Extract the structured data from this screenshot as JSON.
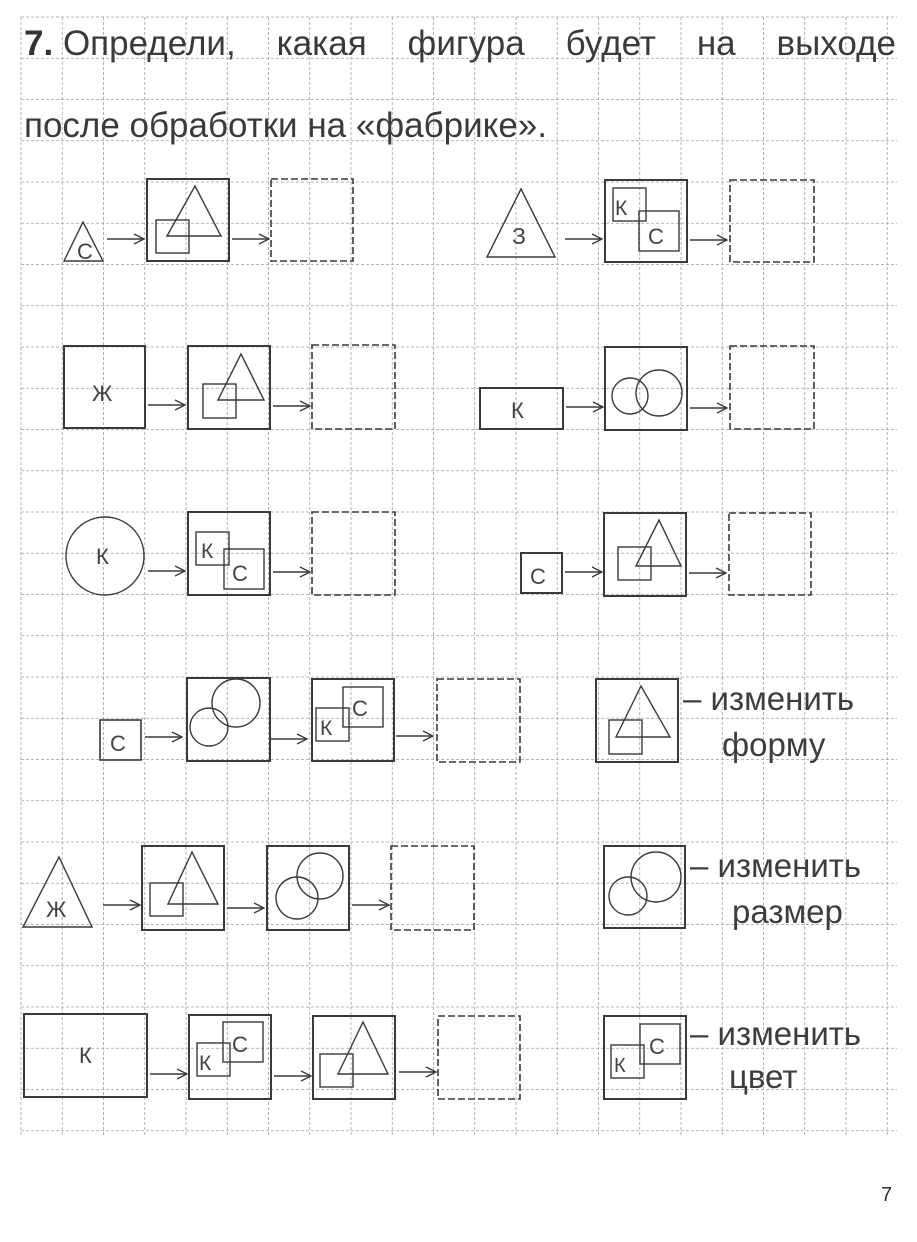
{
  "task": {
    "number": "7.",
    "title_line1_words": [
      "Определи,",
      "какая",
      "фигура",
      "будет",
      "на",
      "выходе"
    ],
    "title_line2": "после обработки на «фабрике»."
  },
  "page_number": "7",
  "colors": {
    "ink": "#3a3a3a",
    "grid": "#9a9a9a",
    "paper": "#ffffff"
  },
  "legend": [
    {
      "id": "shape",
      "line1": "– изменить",
      "line2": "форму",
      "icon": "triangle-over-square"
    },
    {
      "id": "size",
      "line1": "– изменить",
      "line2": "размер",
      "icon": "two-circles"
    },
    {
      "id": "color",
      "line1": "– изменить",
      "line2": "цвет",
      "icon": "k-square-c-square"
    }
  ],
  "puzzles": [
    {
      "id": "p1",
      "input": {
        "shape": "triangle",
        "size": "small",
        "letter": "С"
      },
      "operations": [
        "shape"
      ],
      "answer": "empty"
    },
    {
      "id": "p2",
      "input": {
        "shape": "triangle",
        "size": "large",
        "letter": "З"
      },
      "operations": [
        "color"
      ],
      "answer": "empty"
    },
    {
      "id": "p3",
      "input": {
        "shape": "square",
        "size": "large",
        "letter": "Ж"
      },
      "operations": [
        "shape"
      ],
      "answer": "empty"
    },
    {
      "id": "p4",
      "input": {
        "shape": "rectangle",
        "size": "large",
        "letter": "К"
      },
      "operations": [
        "size"
      ],
      "answer": "empty"
    },
    {
      "id": "p5",
      "input": {
        "shape": "circle",
        "size": "large",
        "letter": "К"
      },
      "operations": [
        "color"
      ],
      "answer": "empty"
    },
    {
      "id": "p6",
      "input": {
        "shape": "square",
        "size": "small",
        "letter": "С"
      },
      "operations": [
        "shape"
      ],
      "answer": "empty"
    },
    {
      "id": "p7",
      "input": {
        "shape": "square",
        "size": "small",
        "letter": "С"
      },
      "operations": [
        "size",
        "color"
      ],
      "answer": "empty"
    },
    {
      "id": "p8",
      "input": {
        "shape": "triangle",
        "size": "large",
        "letter": "Ж"
      },
      "operations": [
        "shape",
        "size"
      ],
      "answer": "empty"
    },
    {
      "id": "p9",
      "input": {
        "shape": "rectangle",
        "size": "large",
        "letter": "К"
      },
      "operations": [
        "color",
        "shape"
      ],
      "answer": "empty"
    }
  ],
  "icon_letters": {
    "k": "К",
    "c": "С"
  }
}
